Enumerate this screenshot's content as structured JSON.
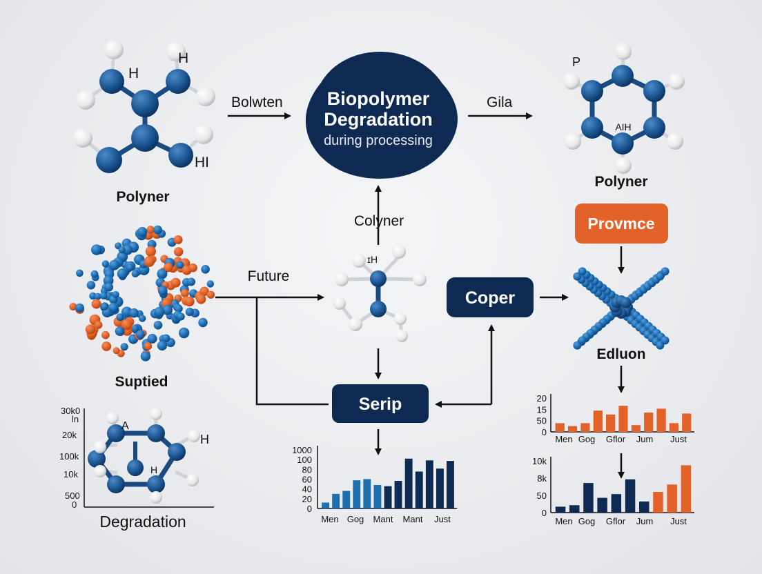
{
  "colors": {
    "navy": "#0f2a52",
    "atom_blue": "#1e5a95",
    "atom_white": "#f2f2f2",
    "orange": "#e2622a",
    "arrow": "#111111"
  },
  "center_node": {
    "title_line1": "Biopolymer",
    "title_line2": "Degradation",
    "subtitle": "during processing"
  },
  "labels": {
    "bolwten": "Bolwten",
    "gila": "Gila",
    "polyner_left": "Polyner",
    "polyner_right": "Polyner",
    "colyner": "Colyner",
    "future": "Future",
    "suptied": "Suptied",
    "edluon": "Edluon",
    "degradation": "Degradation"
  },
  "molecule_labels": {
    "topleft_h1": "H",
    "topleft_h2": "H",
    "topleft_h3": "HI",
    "topright_p": "P",
    "topright_aih": "AIH",
    "center_h": "ɪH",
    "bottomleft_a": "A",
    "bottomleft_h1": "H",
    "bottomleft_h2": "H"
  },
  "nodes": {
    "coper": "Coper",
    "serip": "Serip",
    "provmce": "Provmce"
  },
  "left_axis_labels": [
    "30k0",
    "ln",
    "20k",
    "100k",
    "10k",
    "500",
    "0"
  ],
  "chart_data": [
    {
      "type": "bar",
      "categories": [
        "Men",
        "Gog",
        "Mant",
        "Mant",
        "Just"
      ],
      "y_tick_labels": [
        "1000",
        "100",
        "80",
        "60",
        "40",
        "20",
        "0"
      ],
      "values": [
        10,
        25,
        30,
        48,
        50,
        40,
        38,
        47,
        85,
        63,
        82,
        68,
        81
      ],
      "colors": [
        "#1e6fb0",
        "#1e6fb0",
        "#1e6fb0",
        "#1e6fb0",
        "#1e6fb0",
        "#1e6fb0",
        "#0f2a52",
        "#0f2a52",
        "#0f2a52",
        "#0f2a52",
        "#0f2a52",
        "#0f2a52",
        "#0f2a52"
      ],
      "ylim": [
        0,
        100
      ]
    },
    {
      "type": "bar",
      "categories": [
        "Men",
        "Gog",
        "Gflor",
        "Jum",
        "Just"
      ],
      "y_tick_labels": [
        "20",
        "15",
        "50",
        "0"
      ],
      "values": [
        9,
        6,
        9,
        22,
        18,
        27,
        7,
        20,
        24,
        9,
        19
      ],
      "colors": [
        "#e2622a",
        "#e2622a",
        "#e2622a",
        "#e2622a",
        "#e2622a",
        "#e2622a",
        "#e2622a",
        "#e2622a",
        "#e2622a",
        "#e2622a",
        "#e2622a"
      ],
      "ylim": [
        0,
        35
      ]
    },
    {
      "type": "bar",
      "categories": [
        "Men",
        "Gog",
        "Gflor",
        "Jum",
        "Just"
      ],
      "y_tick_labels": [
        "10k",
        "8k",
        "50",
        "0"
      ],
      "values": [
        8,
        10,
        40,
        20,
        25,
        45,
        15,
        28,
        38,
        64
      ],
      "colors": [
        "#0f2a52",
        "#0f2a52",
        "#0f2a52",
        "#0f2a52",
        "#0f2a52",
        "#0f2a52",
        "#0f2a52",
        "#e2622a",
        "#e2622a",
        "#e2622a"
      ],
      "ylim": [
        0,
        70
      ]
    }
  ]
}
